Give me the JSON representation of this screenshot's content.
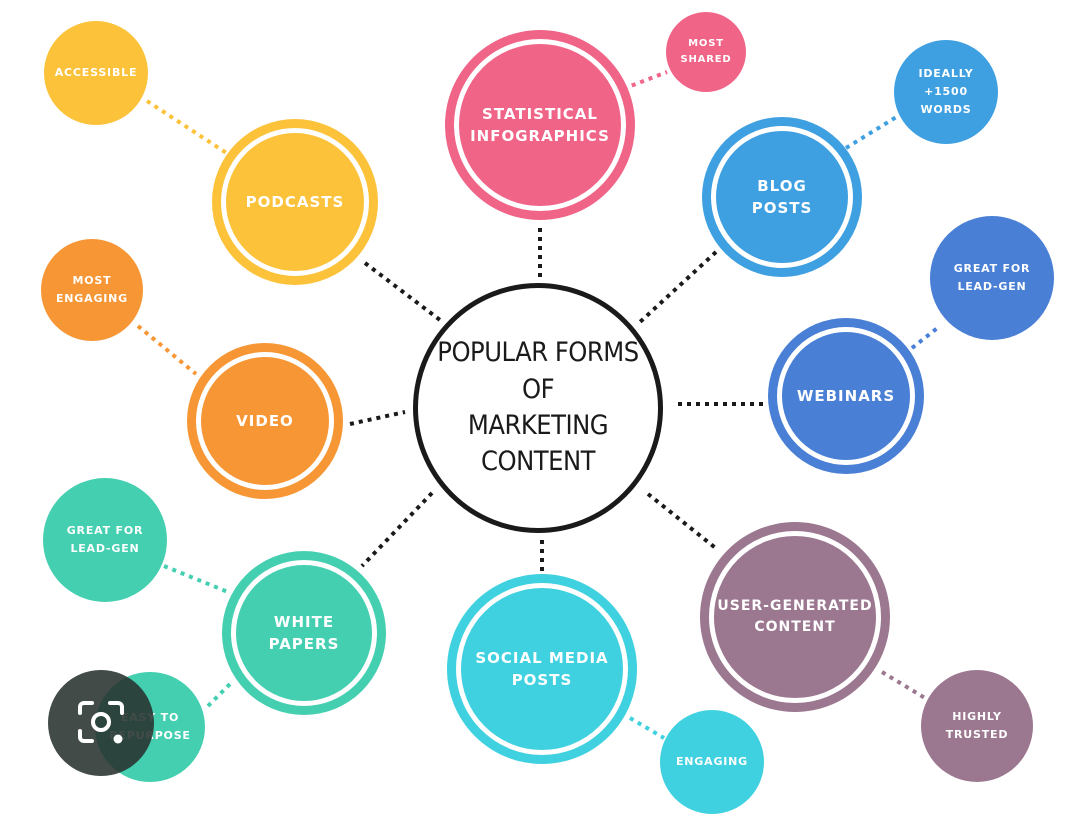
{
  "center": {
    "title": "POPULAR FORMS OF\nMARKETING CONTENT"
  },
  "nodes": [
    {
      "id": "statistical-infographics",
      "label": "STATISTICAL\nINFOGRAPHICS",
      "color": "#F06488",
      "satellite": {
        "label": "MOST\nSHARED",
        "color": "#F06488"
      }
    },
    {
      "id": "blog-posts",
      "label": "BLOG\nPOSTS",
      "color": "#3FA0E1",
      "satellite": {
        "label": "IDEALLY\n+1500\nWORDS",
        "color": "#3FA0E1"
      }
    },
    {
      "id": "webinars",
      "label": "WEBINARS",
      "color": "#4A7FD6",
      "satellite": {
        "label": "GREAT FOR\nLEAD-GEN",
        "color": "#4A7FD6"
      }
    },
    {
      "id": "user-generated-content",
      "label": "USER-GENERATED\nCONTENT",
      "color": "#9B7890",
      "satellite": {
        "label": "HIGHLY\nTRUSTED",
        "color": "#9B7890"
      }
    },
    {
      "id": "social-media-posts",
      "label": "SOCIAL MEDIA\nPOSTS",
      "color": "#3FD1E0",
      "satellite": {
        "label": "ENGAGING",
        "color": "#3FD1E0"
      }
    },
    {
      "id": "white-papers",
      "label": "WHITE\nPAPERS",
      "color": "#45CFB1",
      "satellite": {
        "label": "EASY TO\nREPURPOSE",
        "color": "#45CFB1"
      }
    },
    {
      "id": "video",
      "label": "VIDEO",
      "color": "#F79634",
      "satellite": {
        "label": "MOST\nENGAGING",
        "color": "#F79634"
      }
    },
    {
      "id": "podcasts",
      "label": "PODCASTS",
      "color": "#FCC23A",
      "satellite": {
        "label": "ACCESSIBLE",
        "color": "#FCC23A"
      }
    }
  ],
  "overlay": {
    "icon": "google-lens-icon"
  }
}
